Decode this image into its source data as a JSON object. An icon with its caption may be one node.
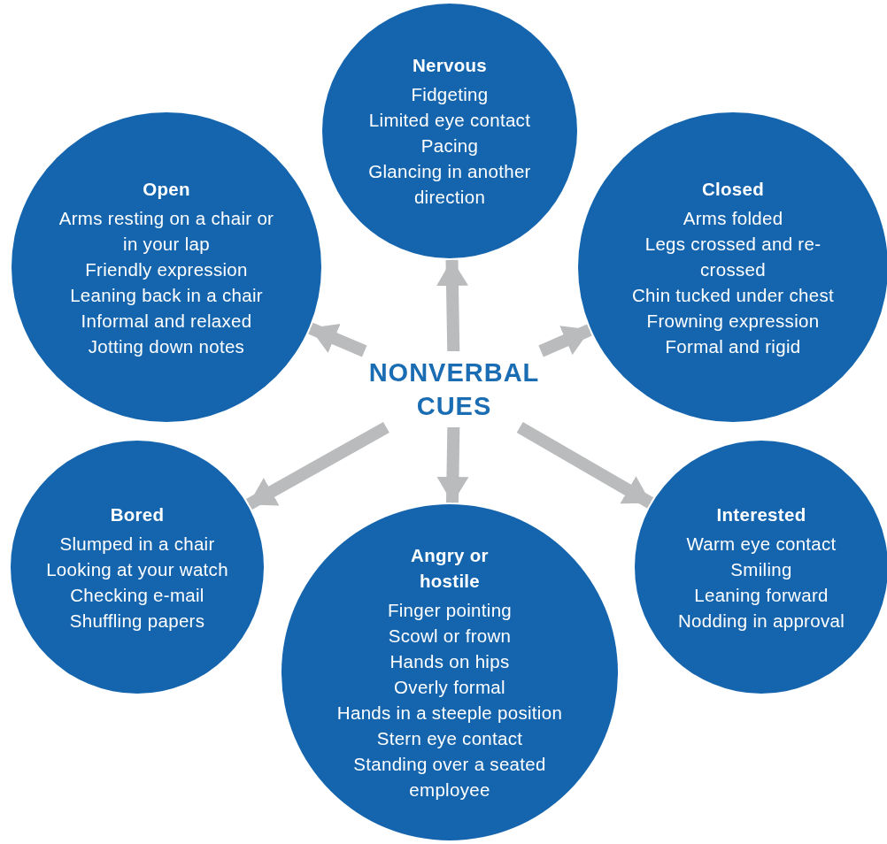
{
  "diagram": {
    "nodes": [
      {
        "text": [
          "NONVERBAL CUES"
        ]
      },
      {
        "text": [
          "Nervous",
          "Fidgeting",
          "Limited eye contact",
          "Pacing",
          "Glancing in another direction"
        ]
      },
      {
        "text": [
          "Open",
          "Arms resting on a chair or in your lap",
          "Friendly expression",
          "Leaning back in a chair",
          "Informal and relaxed",
          "Jotting down notes"
        ]
      },
      {
        "text": [
          "Closed",
          "Arms folded",
          "Legs crossed and re-crossed",
          "Chin tucked under chest",
          "Frowning expression",
          "Formal and rigid"
        ]
      },
      {
        "text": [
          "Bored",
          "Slumped in a chair",
          "Looking at your watch",
          "Checking e-mail",
          "Shuffling papers"
        ]
      },
      {
        "text": [
          "Angry or hostile",
          "Finger pointing",
          "Scowl or frown",
          "Hands on hips",
          "Overly formal",
          "Hands in a steeple position",
          "Stern eye contact",
          "Standing over a seated employee"
        ]
      },
      {
        "text": [
          "Interested",
          "Warm eye contact",
          "Smiling",
          "Leaning forward",
          "Nodding in approval"
        ]
      }
    ],
    "edges": [
      {
        "from": 0,
        "to": 1,
        "arrow": "to"
      },
      {
        "from": 0,
        "to": 2,
        "arrow": "to"
      },
      {
        "from": 0,
        "to": 3,
        "arrow": "to"
      },
      {
        "from": 0,
        "to": 4,
        "arrow": "to"
      },
      {
        "from": 0,
        "to": 5,
        "arrow": "to"
      },
      {
        "from": 0,
        "to": 6,
        "arrow": "to"
      }
    ]
  }
}
